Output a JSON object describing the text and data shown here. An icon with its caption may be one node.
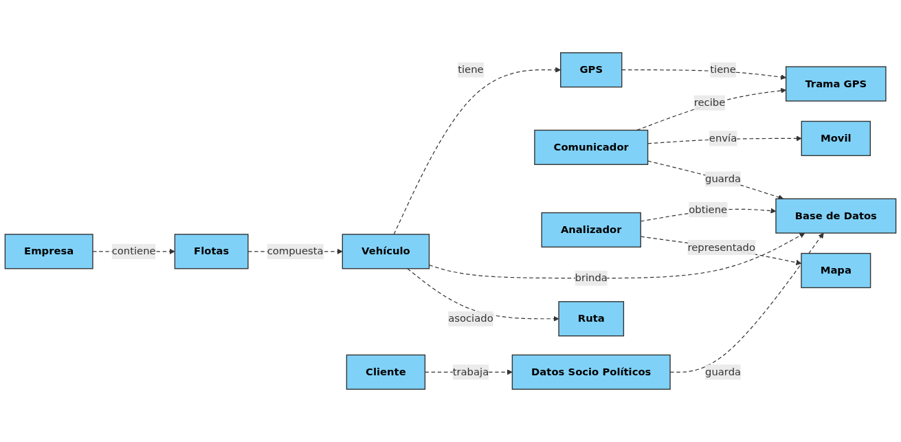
{
  "diagram": {
    "nodes": [
      {
        "text": [
          "Empresa"
        ]
      },
      {
        "text": [
          "GPS"
        ]
      },
      {
        "text": [
          "Trama GPS"
        ]
      },
      {
        "text": [
          "Comunicador"
        ]
      },
      {
        "text": [
          "Flotas"
        ]
      },
      {
        "text": [
          "Vehículo"
        ]
      },
      {
        "text": [
          "Movil"
        ]
      },
      {
        "text": [
          "Base de Datos"
        ]
      },
      {
        "text": [
          "Analizador"
        ]
      },
      {
        "text": [
          "Ruta"
        ]
      },
      {
        "text": [
          "Cliente"
        ]
      },
      {
        "text": [
          "Mapa"
        ]
      },
      {
        "text": [
          "Datos Socio Políticos"
        ]
      }
    ],
    "edges": [
      {
        "from": 0,
        "to": 4,
        "arrow": "to",
        "label": "contiene",
        "style": "dashed"
      },
      {
        "from": 1,
        "to": 2,
        "arrow": "to",
        "label": "tiene",
        "style": "dashed"
      },
      {
        "from": 3,
        "to": 2,
        "arrow": "to",
        "label": "recibe",
        "style": "dashed"
      },
      {
        "from": 5,
        "to": 1,
        "arrow": "to",
        "label": "tiene",
        "style": "dashed"
      },
      {
        "from": 3,
        "to": 6,
        "arrow": "to",
        "label": "envía",
        "style": "dashed"
      },
      {
        "from": 3,
        "to": 7,
        "arrow": "to",
        "label": "guarda",
        "style": "dashed"
      },
      {
        "from": 4,
        "to": 5,
        "arrow": "to",
        "label": "compuesta",
        "style": "dashed"
      },
      {
        "from": 5,
        "to": 7,
        "arrow": "to",
        "label": "brinda",
        "style": "dashed"
      },
      {
        "from": 8,
        "to": 7,
        "arrow": "to",
        "label": "obtiene",
        "style": "dashed"
      },
      {
        "from": 5,
        "to": 9,
        "arrow": "to",
        "label": "asociado",
        "style": "dashed"
      },
      {
        "from": 8,
        "to": 11,
        "arrow": "to",
        "label": "representado",
        "style": "dashed"
      },
      {
        "from": 10,
        "to": 12,
        "arrow": "to",
        "label": "trabaja",
        "style": "dashed"
      },
      {
        "from": 12,
        "to": 7,
        "arrow": "to",
        "label": "guarda",
        "style": "dashed"
      }
    ]
  }
}
